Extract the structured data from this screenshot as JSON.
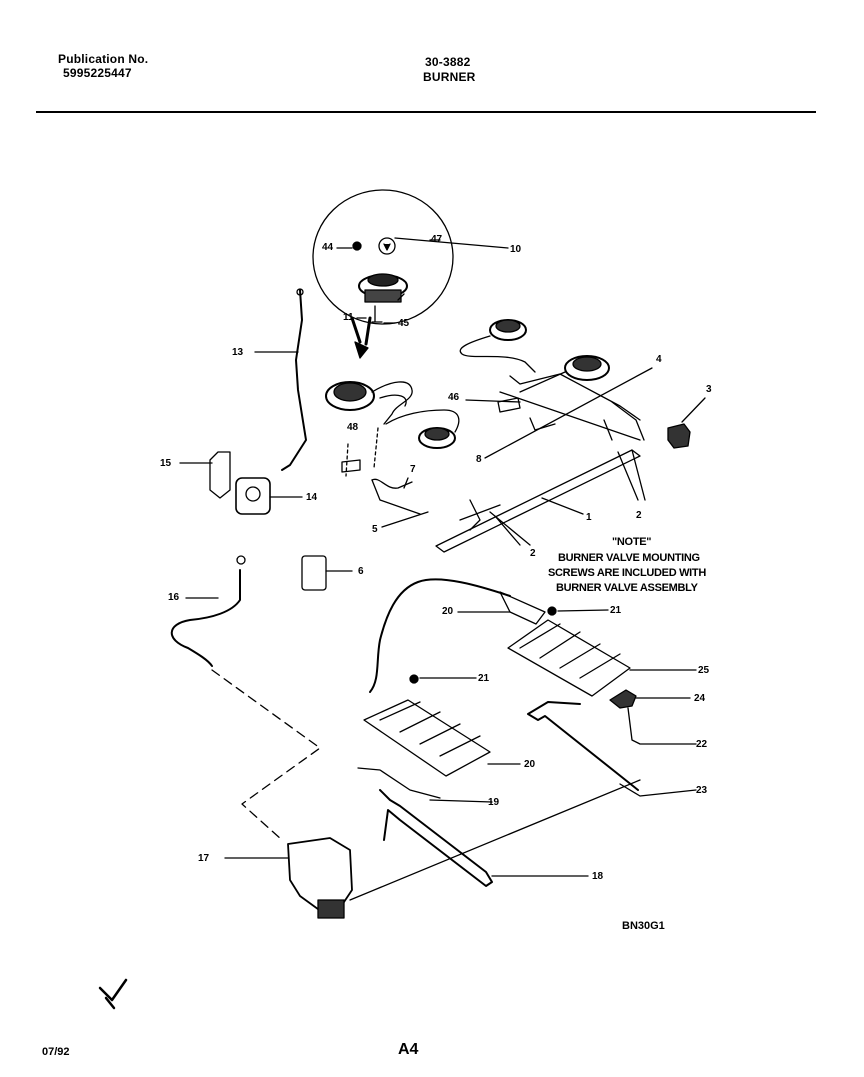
{
  "header": {
    "publication_label": "Publication No.",
    "publication_number": "5995225447",
    "model_code": "30-3882",
    "section_title": "BURNER"
  },
  "note": {
    "heading": "\"NOTE\"",
    "line1": "BURNER VALVE MOUNTING",
    "line2": "SCREWS ARE INCLUDED WITH",
    "line3": "BURNER VALVE ASSEMBLY"
  },
  "diagram_code": "BN30G1",
  "footer": {
    "date": "07/92",
    "page": "A4"
  },
  "part_labels": {
    "p44": "44",
    "p47": "47",
    "p10": "10",
    "p11": "11",
    "p45a": "45",
    "p13": "13",
    "p4": "4",
    "p3": "3",
    "p46": "46",
    "p48": "48",
    "p15": "15",
    "p14": "14",
    "p8": "8",
    "p7": "7",
    "p2a": "2",
    "p1": "1",
    "p5": "5",
    "p2b": "2",
    "p6": "6",
    "p16": "16",
    "p20a": "20",
    "p21a": "21",
    "p25": "25",
    "p21b": "21",
    "p24": "24",
    "p22a": "22",
    "p20b": "20",
    "p23": "23",
    "p19": "19",
    "p17": "17",
    "p18": "18"
  }
}
